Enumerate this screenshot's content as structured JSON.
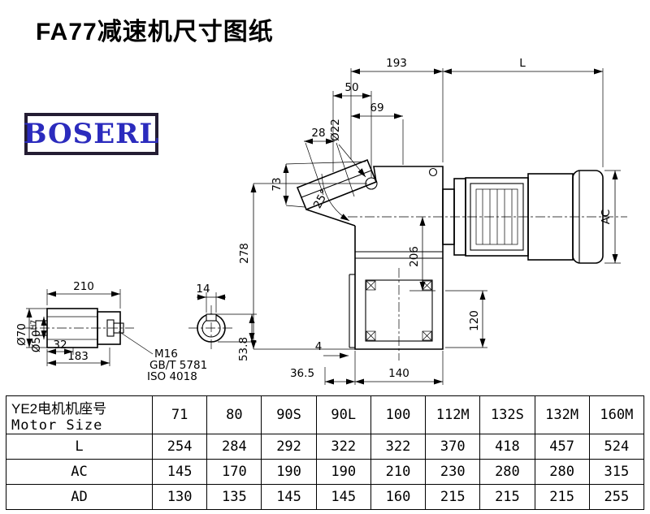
{
  "page": {
    "title": "FA77减速机尺寸图纸"
  },
  "logo": {
    "text": "BOSERL"
  },
  "drawing": {
    "dims": {
      "top_width": "193",
      "motor_length": "L",
      "d50": "50",
      "d69": "69",
      "hole_dia": "Ø22",
      "d28": "28",
      "d73": "73",
      "angle": "25°",
      "d278": "278",
      "d206": "206",
      "ac": "AC",
      "d120": "120",
      "d4": "4",
      "d36_5": "36.5",
      "d140": "140",
      "d210": "210",
      "d14": "14",
      "shaft_dia": "Ø70",
      "bore_dia": "Ø50",
      "bore_tol": "H7",
      "d32": "32",
      "d183": "183",
      "bolt": "M16",
      "bolt_std1": "GB/T 5781",
      "bolt_std2": "ISO 4018",
      "d53_8": "53.8"
    }
  },
  "table": {
    "row_header_line1": "YE2电机机座号",
    "row_header_line2": "Motor Size",
    "columns": [
      "71",
      "80",
      "90S",
      "90L",
      "100",
      "112M",
      "132S",
      "132M",
      "160M"
    ],
    "rows": [
      {
        "label": "L",
        "values": [
          "254",
          "284",
          "292",
          "322",
          "322",
          "370",
          "418",
          "457",
          "524"
        ]
      },
      {
        "label": "AC",
        "values": [
          "145",
          "170",
          "190",
          "190",
          "210",
          "230",
          "280",
          "280",
          "315"
        ]
      },
      {
        "label": "AD",
        "values": [
          "130",
          "135",
          "145",
          "145",
          "160",
          "215",
          "215",
          "215",
          "255"
        ]
      }
    ]
  }
}
